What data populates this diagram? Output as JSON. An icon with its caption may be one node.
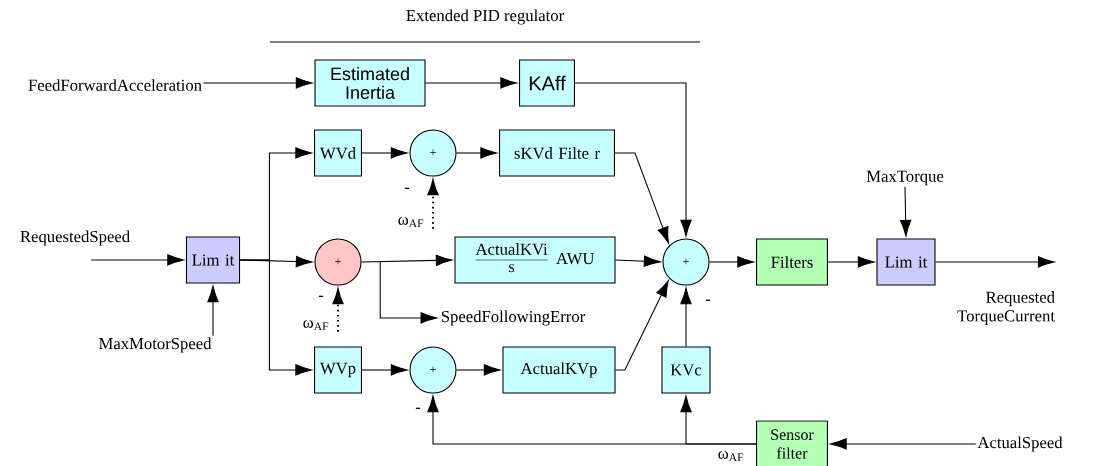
{
  "diagram": {
    "title": "Extended PID regulator",
    "nodes": [
      {
        "text": [
          "FeedForwardAcceleration"
        ]
      },
      {
        "text": [
          "Estimated Inertia"
        ]
      },
      {
        "text": [
          "KAff"
        ]
      },
      {
        "text": [
          "RequestedSpeed"
        ]
      },
      {
        "text": [
          "Lim it"
        ]
      },
      {
        "text": [
          "MaxMotorSpeed"
        ]
      },
      {
        "text": [
          "WVd"
        ]
      },
      {
        "text": [
          "+"
        ]
      },
      {
        "text": [
          "sKVd Filte r"
        ]
      },
      {
        "text": [
          "+"
        ]
      },
      {
        "text": [
          "ActualKVi",
          "s",
          "AWU"
        ]
      },
      {
        "text": [
          "SpeedFollowingError"
        ]
      },
      {
        "text": [
          "WVp"
        ]
      },
      {
        "text": [
          "+"
        ]
      },
      {
        "text": [
          "ActualKVp"
        ]
      },
      {
        "text": [
          "+"
        ]
      },
      {
        "text": [
          "KVc"
        ]
      },
      {
        "text": [
          "Filters"
        ]
      },
      {
        "text": [
          "Lim it"
        ]
      },
      {
        "text": [
          "MaxTorque"
        ]
      },
      {
        "text": [
          "Requested TorqueCurrent"
        ]
      },
      {
        "text": [
          "Sensor filter"
        ]
      },
      {
        "text": [
          "ActualSpeed"
        ]
      },
      {
        "text": [
          "ω$_{AF}$"
        ]
      },
      {
        "text": [
          "ω$_{AF}$"
        ]
      }
    ],
    "edges": [
      {
        "from": 0,
        "to": 1,
        "arrow": "to"
      },
      {
        "from": 1,
        "to": 2,
        "arrow": "to"
      },
      {
        "from": 2,
        "to": 15,
        "arrow": "to"
      },
      {
        "from": 3,
        "to": 4,
        "arrow": "to"
      },
      {
        "from": 5,
        "to": 4,
        "arrow": "to"
      },
      {
        "from": 4,
        "to": 6,
        "arrow": "to"
      },
      {
        "from": 4,
        "to": 9,
        "arrow": "to"
      },
      {
        "from": 4,
        "to": 12,
        "arrow": "to"
      },
      {
        "from": 6,
        "to": 7,
        "arrow": "to"
      },
      {
        "from": 7,
        "to": 8,
        "arrow": "to"
      },
      {
        "from": 8,
        "to": 15,
        "arrow": "to"
      },
      {
        "from": 9,
        "to": 10,
        "arrow": "to"
      },
      {
        "from": 9,
        "to": 11,
        "arrow": "to"
      },
      {
        "from": 10,
        "to": 15,
        "arrow": "to"
      },
      {
        "from": 12,
        "to": 13,
        "arrow": "to"
      },
      {
        "from": 13,
        "to": 14,
        "arrow": "to"
      },
      {
        "from": 14,
        "to": 15,
        "arrow": "to"
      },
      {
        "from": 16,
        "to": 15,
        "arrow": "to"
      },
      {
        "from": 15,
        "to": 17,
        "arrow": "to"
      },
      {
        "from": 17,
        "to": 18,
        "arrow": "to"
      },
      {
        "from": 19,
        "to": 18,
        "arrow": "to"
      },
      {
        "from": 18,
        "to": 20,
        "arrow": "to"
      },
      {
        "from": 22,
        "to": 21,
        "arrow": "to"
      },
      {
        "from": 21,
        "to": 16,
        "arrow": "to"
      },
      {
        "from": 21,
        "to": 13,
        "arrow": "to"
      },
      {
        "from": 23,
        "to": 7,
        "arrow": "to",
        "style": "dashed"
      },
      {
        "from": 24,
        "to": 9,
        "arrow": "to",
        "style": "dashed"
      }
    ],
    "labels": [
      "-",
      "-",
      "-",
      "-",
      "ω$_{AF}$"
    ]
  }
}
